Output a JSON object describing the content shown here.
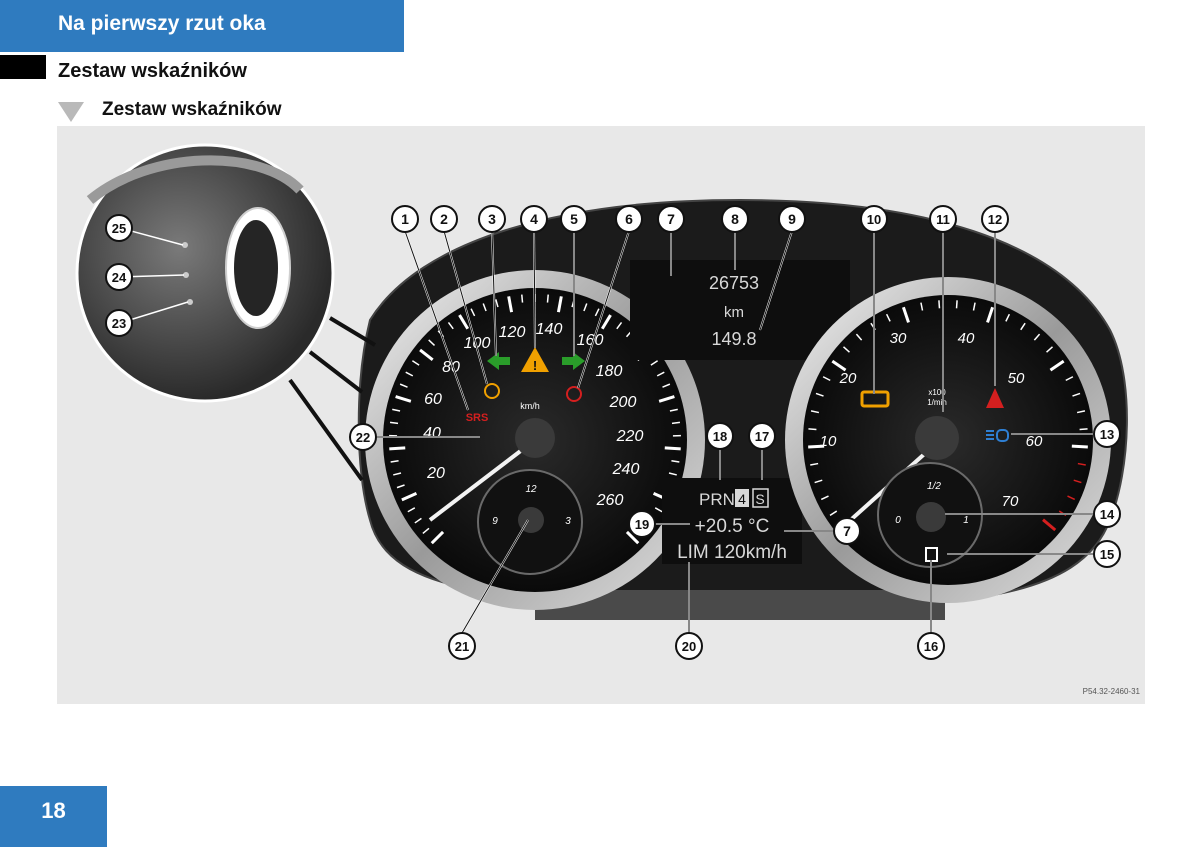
{
  "header": {
    "title": "Na pierwszy rzut oka",
    "accent": "#2f7bbf"
  },
  "section": {
    "title": "Zestaw wskaźników"
  },
  "subsection": {
    "title": "Zestaw wskaźników"
  },
  "figure": {
    "code": "P54.32-2460-31",
    "display": {
      "odometer": "26753",
      "odometer_unit": "km",
      "trip": "149.8",
      "gear": "PRN",
      "gear_box": "4",
      "mode_box": "S",
      "temperature": "+20.5 °C",
      "limit": "LIM 120km/h"
    },
    "speedometer": {
      "unit": "km/h",
      "scale": [
        "20",
        "40",
        "60",
        "80",
        "100",
        "120",
        "140",
        "160",
        "180",
        "200",
        "220",
        "240",
        "260"
      ]
    },
    "tachometer": {
      "unit_line1": "x100",
      "unit_line2": "1/min",
      "scale": [
        "10",
        "20",
        "30",
        "40",
        "50",
        "60",
        "70"
      ]
    },
    "clock": {
      "marks": [
        "12",
        "3",
        "9"
      ]
    },
    "fuel": {
      "marks": [
        "0",
        "1/2",
        "1"
      ]
    },
    "srs_label": "SRS",
    "callouts": [
      "1",
      "2",
      "3",
      "4",
      "5",
      "6",
      "7",
      "8",
      "9",
      "10",
      "11",
      "12",
      "13",
      "14",
      "15",
      "16",
      "17",
      "18",
      "19",
      "20",
      "21",
      "22",
      "7",
      "23",
      "24",
      "25"
    ],
    "colors": {
      "warning_red": "#d41f1f",
      "indicator_green": "#2a9d2a",
      "warning_amber": "#f0a000",
      "light_blue": "#2e7fd3"
    }
  },
  "footer": {
    "page_number": "18"
  }
}
